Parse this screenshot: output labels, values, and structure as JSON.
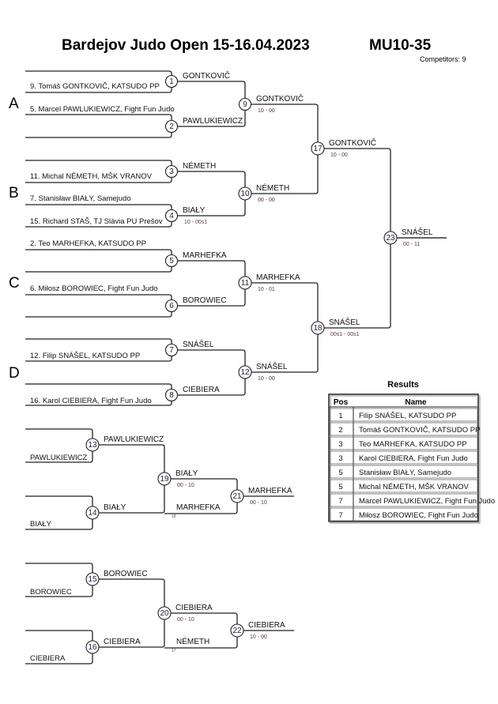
{
  "header": {
    "title": "Bardejov Judo Open  15-16.04.2023",
    "category": "MU10-35",
    "competitors": "Competitors: 9"
  },
  "pools": [
    "A",
    "B",
    "C",
    "D"
  ],
  "entrants": {
    "m1": "9. Tomáš GONTKOVIČ, KATSUDO PP",
    "m2": "5. Marcel PAWLUKIEWICZ, Fight Fun Judo",
    "m3": "11. Michal NÉMETH, MŠK VRANOV",
    "m4a": "7. Stanisław BIAŁY, Samejudo",
    "m4b": "15. Richard STAŠ, TJ Slávia PU Prešov",
    "m5": "2. Teo MARHEFKA, KATSUDO PP",
    "m6": "6. Miłosz BOROWIEC, Fight Fun Judo",
    "m7": "12. Filip SNÁŠEL, KATSUDO PP",
    "m8": "16. Karol CIEBIERA, Fight Fun Judo",
    "m13": "PAWLUKIEWICZ",
    "m14": "BIAŁY",
    "m15": "BOROWIEC",
    "m16": "CIEBIERA",
    "m21b": "MARHEFKA",
    "m21b_from": "18",
    "m22b": "NÉMETH",
    "m22b_from": "17"
  },
  "matches": [
    {
      "no": "1",
      "winner": "GONTKOVIČ",
      "score": ""
    },
    {
      "no": "2",
      "winner": "PAWLUKIEWICZ",
      "score": ""
    },
    {
      "no": "3",
      "winner": "NÉMETH",
      "score": ""
    },
    {
      "no": "4",
      "winner": "BIAŁY",
      "score": "10 - 00s1"
    },
    {
      "no": "5",
      "winner": "MARHEFKA",
      "score": ""
    },
    {
      "no": "6",
      "winner": "BOROWIEC",
      "score": ""
    },
    {
      "no": "7",
      "winner": "SNÁŠEL",
      "score": ""
    },
    {
      "no": "8",
      "winner": "CIEBIERA",
      "score": ""
    },
    {
      "no": "9",
      "winner": "GONTKOVIČ",
      "score": "10 - 00"
    },
    {
      "no": "10",
      "winner": "NÉMETH",
      "score": "00 - 00"
    },
    {
      "no": "11",
      "winner": "MARHEFKA",
      "score": "10 - 01"
    },
    {
      "no": "12",
      "winner": "SNÁŠEL",
      "score": "10 - 00"
    },
    {
      "no": "13",
      "winner": "PAWLUKIEWICZ",
      "score": ""
    },
    {
      "no": "14",
      "winner": "BIAŁY",
      "score": ""
    },
    {
      "no": "15",
      "winner": "BOROWIEC",
      "score": ""
    },
    {
      "no": "16",
      "winner": "CIEBIERA",
      "score": ""
    },
    {
      "no": "17",
      "winner": "GONTKOVIČ",
      "score": "10 - 00"
    },
    {
      "no": "18",
      "winner": "SNÁŠEL",
      "score": "00s1 - 00s1"
    },
    {
      "no": "19",
      "winner": "BIAŁY",
      "score": "00 - 10"
    },
    {
      "no": "20",
      "winner": "CIEBIERA",
      "score": "00 - 10"
    },
    {
      "no": "21",
      "winner": "MARHEFKA",
      "score": "00 - 10"
    },
    {
      "no": "22",
      "winner": "CIEBIERA",
      "score": "10 - 00"
    },
    {
      "no": "23",
      "winner": "SNÁŠEL",
      "score": "00 - 11"
    }
  ],
  "results": {
    "title": "Results",
    "headers": [
      "Pos",
      "Name"
    ],
    "rows": [
      {
        "pos": "1",
        "name": "Filip SNÁŠEL, KATSUDO PP"
      },
      {
        "pos": "2",
        "name": "Tomáš GONTKOVIČ, KATSUDO PP"
      },
      {
        "pos": "3",
        "name": "Teo MARHEFKA, KATSUDO PP"
      },
      {
        "pos": "3",
        "name": "Karol CIEBIERA, Fight Fun Judo"
      },
      {
        "pos": "5",
        "name": "Stanisław BIAŁY, Samejudo"
      },
      {
        "pos": "5",
        "name": "Michal NÉMETH, MŠK VRANOV"
      },
      {
        "pos": "7",
        "name": "Marcel PAWLUKIEWICZ, Fight Fun Judo"
      },
      {
        "pos": "7",
        "name": "Miłosz BOROWIEC, Fight Fun Judo"
      }
    ]
  }
}
